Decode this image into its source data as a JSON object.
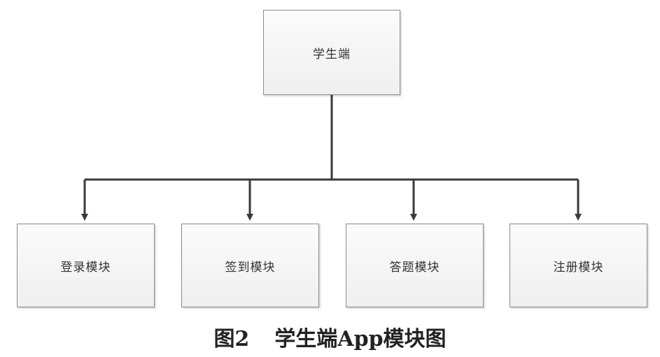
{
  "diagram": {
    "root": {
      "label": "学生端"
    },
    "children": [
      {
        "label": "登录模块"
      },
      {
        "label": "签到模块"
      },
      {
        "label": "答题模块"
      },
      {
        "label": "注册模块"
      }
    ],
    "colors": {
      "connector": "#3a3a3a",
      "box_border": "#8a8a8a",
      "box_fill_top": "#fbfbfb",
      "box_fill_bottom": "#efefef"
    }
  },
  "caption": {
    "number": "图2",
    "title": "学生端App模块图"
  }
}
